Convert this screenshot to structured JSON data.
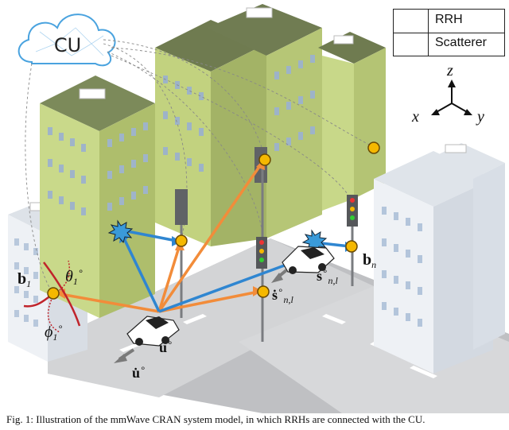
{
  "cloud": {
    "label": "CU"
  },
  "legend": [
    {
      "label": "RRH",
      "symbol": "rrh-circle"
    },
    {
      "label": "Scatterer",
      "symbol": "scatterer-star"
    }
  ],
  "axes": {
    "x": "x",
    "y": "y",
    "z": "z"
  },
  "labels": {
    "b1": {
      "main": "b",
      "sub": "1"
    },
    "theta1": {
      "main": "θ",
      "sub": "1",
      "sup": "∘"
    },
    "phi1": {
      "main": "ϕ",
      "sub": "1",
      "sup": "∘"
    },
    "u": {
      "main": "u",
      "sup": "∘"
    },
    "udot": {
      "main": "u̇",
      "sup": "∘"
    },
    "bn": {
      "main": "b",
      "sub": "n"
    },
    "snl": {
      "main": "s",
      "sup": "∘",
      "sub": "n,l"
    },
    "snl_dot": {
      "main": "ṡ",
      "sup": "∘",
      "sub": "n,l"
    }
  },
  "caption": "Fig. 1: Illustration of the mmWave CRAN system model, in which RRHs are connected with the CU.",
  "colors": {
    "rrh": "#f5b800",
    "scatterer": "#3a9ad9",
    "orange_link": "#f28c3a",
    "blue_link": "#2f86d1",
    "road": "#cfd0d2",
    "building_green": "#c9d98a",
    "building_white": "#eef1f5"
  }
}
